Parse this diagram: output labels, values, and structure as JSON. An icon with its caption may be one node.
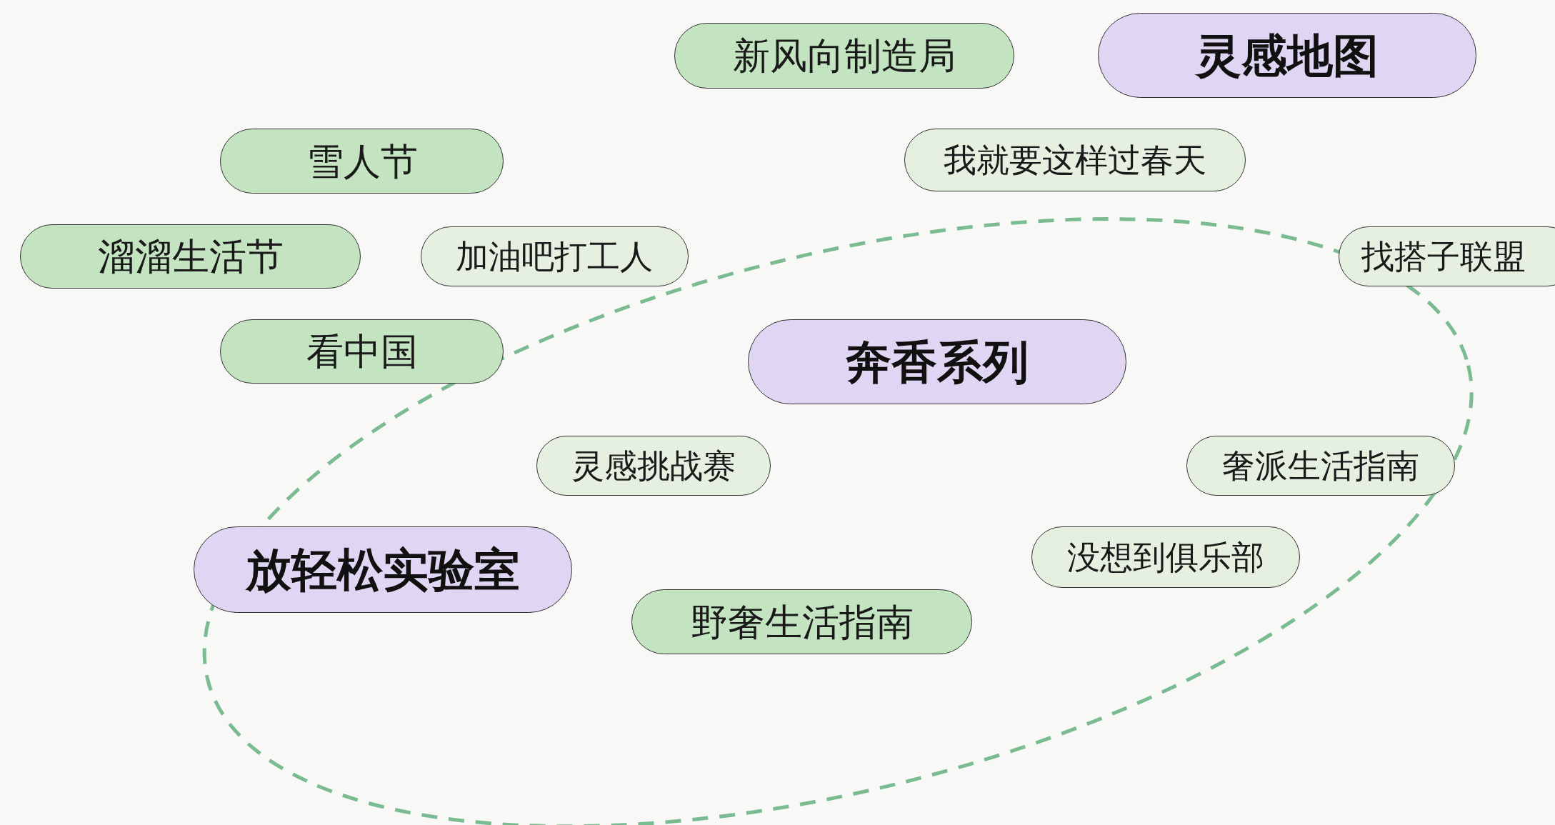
{
  "diagram": {
    "nodes": [
      {
        "text": [
          "新风向制造局"
        ]
      },
      {
        "text": [
          "灵感地图"
        ]
      },
      {
        "text": [
          "雪人节"
        ]
      },
      {
        "text": [
          "我就要这样过春天"
        ]
      },
      {
        "text": [
          "溜溜生活节"
        ]
      },
      {
        "text": [
          "加油吧打工人"
        ]
      },
      {
        "text": [
          "找搭子联盟"
        ]
      },
      {
        "text": [
          "看中国"
        ]
      },
      {
        "text": [
          "奔香系列"
        ]
      },
      {
        "text": [
          "灵感挑战赛"
        ]
      },
      {
        "text": [
          "奢派生活指南"
        ]
      },
      {
        "text": [
          "放轻松实验室"
        ]
      },
      {
        "text": [
          "没想到俱乐部"
        ]
      },
      {
        "text": [
          "野奢生活指南"
        ]
      }
    ]
  }
}
